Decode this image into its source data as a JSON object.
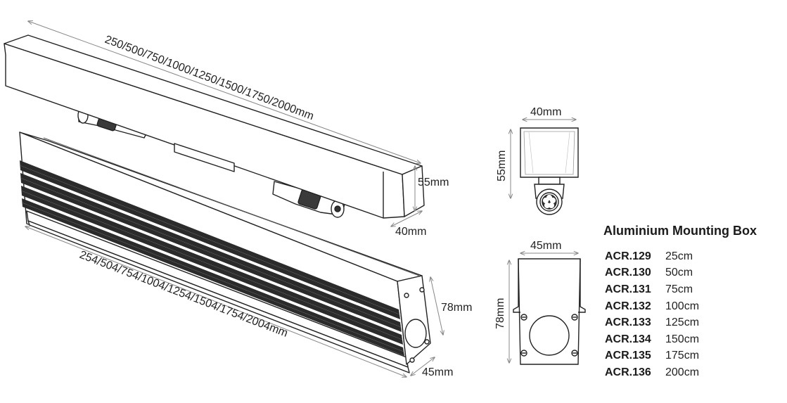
{
  "dimensions": {
    "top_length": "250/500/750/1000/1250/1500/1750/2000mm",
    "top_height": "55mm",
    "top_width": "40mm",
    "box_length": "254/504/754/1004/1254/1504/1754/2004mm",
    "box_height": "78mm",
    "box_width": "45mm",
    "end_top_width": "40mm",
    "end_top_height": "55mm",
    "end_box_width": "45mm",
    "end_box_height": "78mm"
  },
  "panel": {
    "title": "Aluminium Mounting Box",
    "items": [
      {
        "code": "ACR.129",
        "size": "25cm"
      },
      {
        "code": "ACR.130",
        "size": "50cm"
      },
      {
        "code": "ACR.131",
        "size": "75cm"
      },
      {
        "code": "ACR.132",
        "size": "100cm"
      },
      {
        "code": "ACR.133",
        "size": "125cm"
      },
      {
        "code": "ACR.134",
        "size": "150cm"
      },
      {
        "code": "ACR.135",
        "size": "175cm"
      },
      {
        "code": "ACR.136",
        "size": "200cm"
      }
    ]
  }
}
